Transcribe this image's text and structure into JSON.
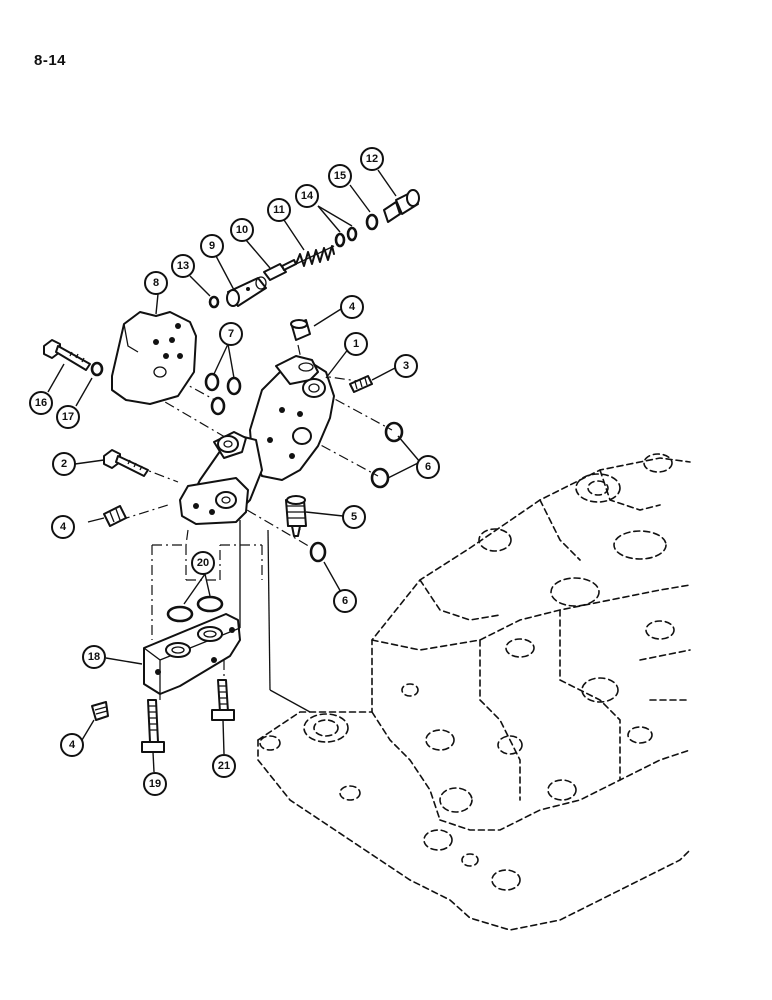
{
  "page_number": "8-14",
  "callouts": [
    {
      "id": "c1",
      "label": "1"
    },
    {
      "id": "c2",
      "label": "2"
    },
    {
      "id": "c3",
      "label": "3"
    },
    {
      "id": "c4a",
      "label": "4"
    },
    {
      "id": "c4b",
      "label": "4"
    },
    {
      "id": "c4c",
      "label": "4"
    },
    {
      "id": "c5",
      "label": "5"
    },
    {
      "id": "c6a",
      "label": "6"
    },
    {
      "id": "c6b",
      "label": "6"
    },
    {
      "id": "c7",
      "label": "7"
    },
    {
      "id": "c8",
      "label": "8"
    },
    {
      "id": "c9",
      "label": "9"
    },
    {
      "id": "c10",
      "label": "10"
    },
    {
      "id": "c11",
      "label": "11"
    },
    {
      "id": "c12",
      "label": "12"
    },
    {
      "id": "c13",
      "label": "13"
    },
    {
      "id": "c14",
      "label": "14"
    },
    {
      "id": "c15",
      "label": "15"
    },
    {
      "id": "c16",
      "label": "16"
    },
    {
      "id": "c17",
      "label": "17"
    },
    {
      "id": "c18",
      "label": "18"
    },
    {
      "id": "c19",
      "label": "19"
    },
    {
      "id": "c20",
      "label": "20"
    },
    {
      "id": "c21",
      "label": "21"
    }
  ]
}
